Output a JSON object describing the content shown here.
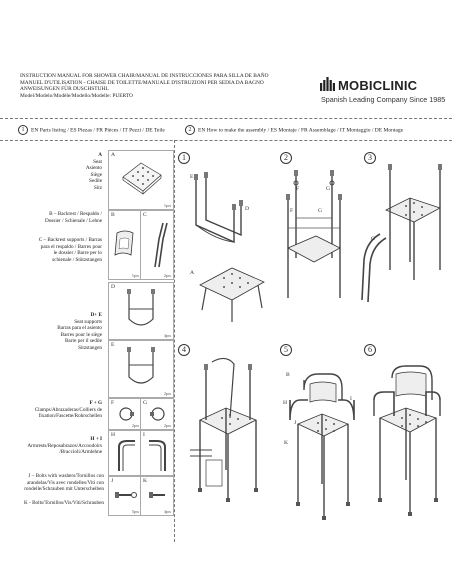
{
  "header": {
    "lines": [
      "INSTRUCTION MANUAL FOR SHOWER CHAIR/MANUAL DE INSTRUCCIONES PARA SILLA DE BAÑO",
      "MANUEL D'UTILISATION - CHAISE DE TOILETTE/MANUALE D'ISTRUZIONI PER SEDIA DA BAGNO",
      "ANWEISUNGEN FÜR DUSCHSTUHL",
      "Model/Modelo/Modèle/Modello/Modelle: PUERTO"
    ]
  },
  "logo": {
    "brand": "MOBICLINIC",
    "tagline": "Spanish Leading Company Since 1985"
  },
  "sections": {
    "parts": {
      "number": "1",
      "title": "EN Parts listing / ES Piezas / FR Pièces / IT Pezzi / DE Teile"
    },
    "assembly": {
      "number": "2",
      "title": "EN How to make the assembly / ES Montaje / FR Assemblage / IT Montaggio / DE Montage"
    }
  },
  "parts": [
    {
      "key": "A",
      "lines": [
        "Seat",
        "Asiento",
        "Siège",
        "Sedile",
        "Sitz"
      ],
      "count": "1pcs"
    },
    {
      "key": "B",
      "lines": [
        "B – Backrest / Respaldo /",
        "Dossier / Schienale / Lehne"
      ],
      "count": "1pcs"
    },
    {
      "key": "C",
      "lines": [
        "C – Backrest supports / Barras",
        "para el respaldo / Barres pour",
        "le dossier / Barre per lo",
        "schienale / Stützstangen"
      ],
      "count": "2pcs"
    },
    {
      "key": "D+E",
      "lines": [
        "D+ E",
        "Seat supports",
        "Barras para el asiento",
        "Barres pour le siège",
        "Barre per il sedile",
        "Sitzstangen"
      ],
      "count": "4pcs"
    },
    {
      "key": "F+G",
      "lines": [
        "F + G",
        "Clamps/Abrazaderas/Colliers de",
        "fixation/Fascette/Rohrschellen"
      ],
      "count": "2pcs"
    },
    {
      "key": "H+I",
      "lines": [
        "H + I",
        "Armrests/Reposabrazos/Accoudoirs",
        "/Braccioli/Armlehne"
      ],
      "count": "2pcs"
    },
    {
      "key": "J",
      "lines": [
        "J – Bolts with washers/Tornillos con",
        "arandelas/Vis avec rondelles/Viti con",
        "rondelle/Schrauben mit Unterscheiben"
      ],
      "count": "5pcs"
    },
    {
      "key": "K",
      "lines": [
        "K - Bolts/Tornillos/Vis/Viti/Schrauben"
      ],
      "count": "4pcs"
    }
  ],
  "box_labels": [
    "A",
    "B",
    "C",
    "D",
    "E",
    "F",
    "G",
    "H",
    "I",
    "J",
    "K"
  ],
  "box_counts": [
    "1pcs",
    "1pcs",
    "2pcs",
    "4pcs",
    "2pcs",
    "2pcs",
    "2pcs",
    "5pcs",
    "4pcs"
  ],
  "steps": [
    "1",
    "2",
    "3",
    "4",
    "5",
    "6"
  ],
  "diagram_letters": [
    "A",
    "E",
    "D",
    "F",
    "G",
    "F",
    "G",
    "C",
    "B",
    "H",
    "I",
    "J",
    "K"
  ]
}
